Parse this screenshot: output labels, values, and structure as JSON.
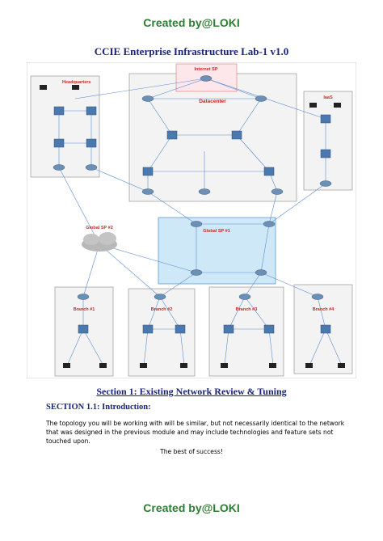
{
  "header": {
    "text": "Created by@LOKI"
  },
  "footer": {
    "text": "Created by@LOKI"
  },
  "title": "CCIE Enterprise Infrastructure Lab-1 v1.0",
  "diagram": {
    "labels": {
      "internet_sp": "Internet SP",
      "headquarters": "Headquarters",
      "datacenter": "Datacenter",
      "iaas": "IaaS",
      "global_sp2": "Global SP #2",
      "global_sp1": "Global SP #1",
      "branch1": "Branch #1",
      "branch2": "Branch #2",
      "branch3": "Branch #3",
      "branch4": "Branch #4"
    },
    "colors": {
      "title_red": "#c62828",
      "sp_blue": "#cfe8f7",
      "sp_border": "#5b9bd5",
      "link": "#5b8bd0",
      "zone_bg": "#f3f3f3"
    }
  },
  "section1": {
    "title": "Section 1: Existing Network Review & Tuning"
  },
  "section1_1": {
    "title": "SECTION 1.1: Introduction:",
    "body": "The topology you will be working with will be similar, but not necessarily identical to the network that was designed in the previous module and may include technologies and feature sets not touched upon.",
    "closing": "The best of success!"
  }
}
